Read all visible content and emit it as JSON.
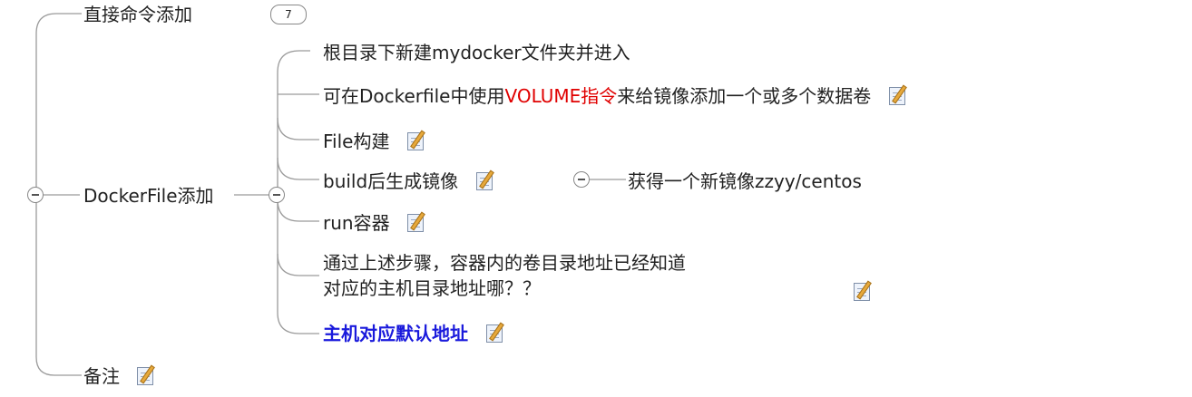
{
  "root_children": {
    "direct_cmd": {
      "label": "直接命令添加",
      "badge": "7"
    },
    "dockerfile": {
      "label": "DockerFile添加"
    },
    "remark": {
      "label": "备注"
    }
  },
  "dockerfile_children": [
    {
      "label": "根目录下新建mydocker文件夹并进入"
    },
    {
      "label_pre": "可在Dockerfile中使用",
      "label_red": "VOLUME指令",
      "label_post": "来给镜像添加一个或多个数据卷"
    },
    {
      "label": "File构建"
    },
    {
      "label": "build后生成镜像",
      "child": "获得一个新镜像zzyy/centos"
    },
    {
      "label": "run容器"
    },
    {
      "line1": "通过上述步骤，容器内的卷目录地址已经知道",
      "line2": "对应的主机目录地址哪？？"
    },
    {
      "label": "主机对应默认地址"
    }
  ],
  "colors": {
    "connector": "#9a9a9a",
    "highlight_red": "#e00000",
    "highlight_blue": "#1a1adc"
  },
  "icons": {
    "note": "note-pencil-icon",
    "collapse": "collapse-minus-icon"
  }
}
